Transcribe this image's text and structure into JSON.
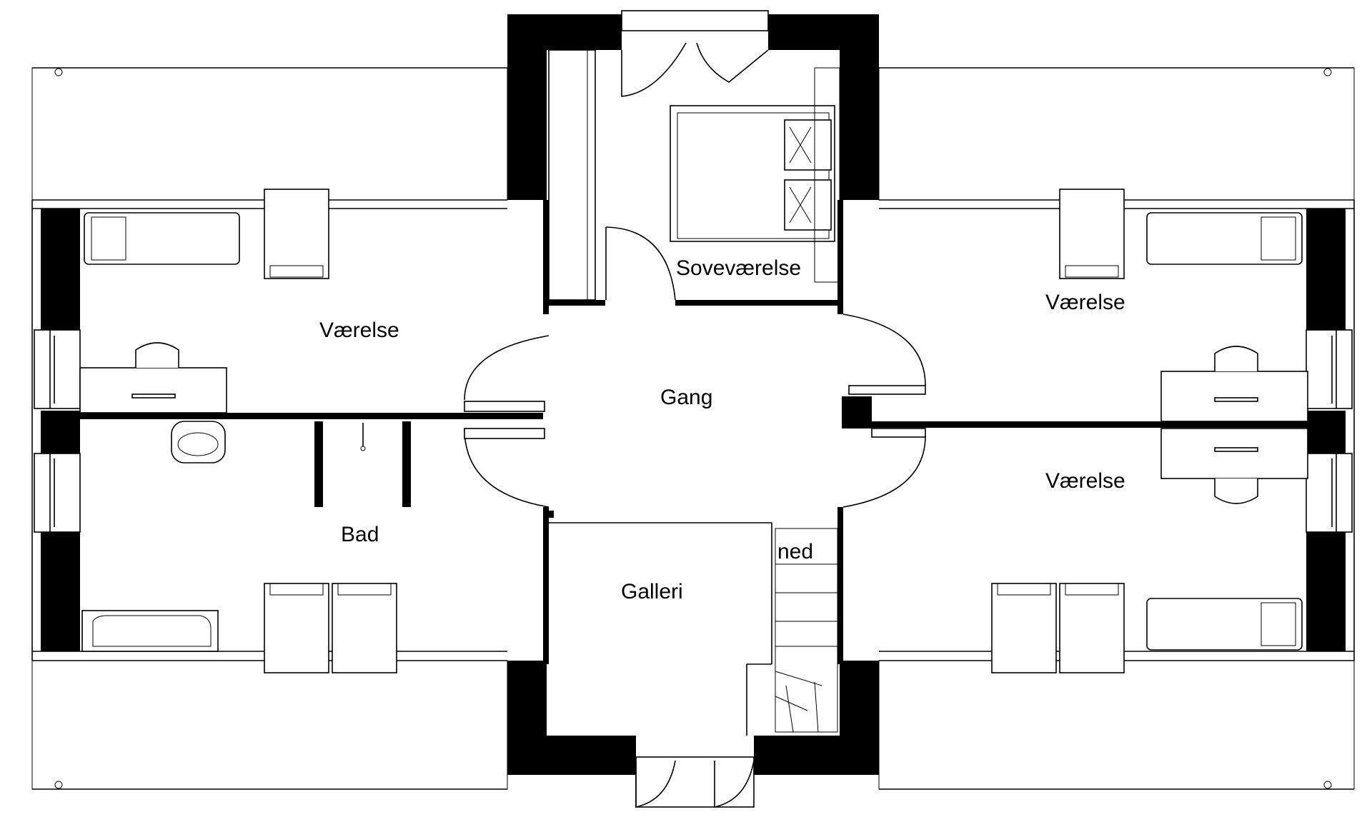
{
  "rooms": {
    "bedroom": "Soveværelse",
    "room_top_left": "Værelse",
    "room_top_right": "Værelse",
    "room_bottom_right": "Værelse",
    "hallway": "Gang",
    "bathroom": "Bad",
    "gallery": "Galleri",
    "stair_label": "ned"
  }
}
